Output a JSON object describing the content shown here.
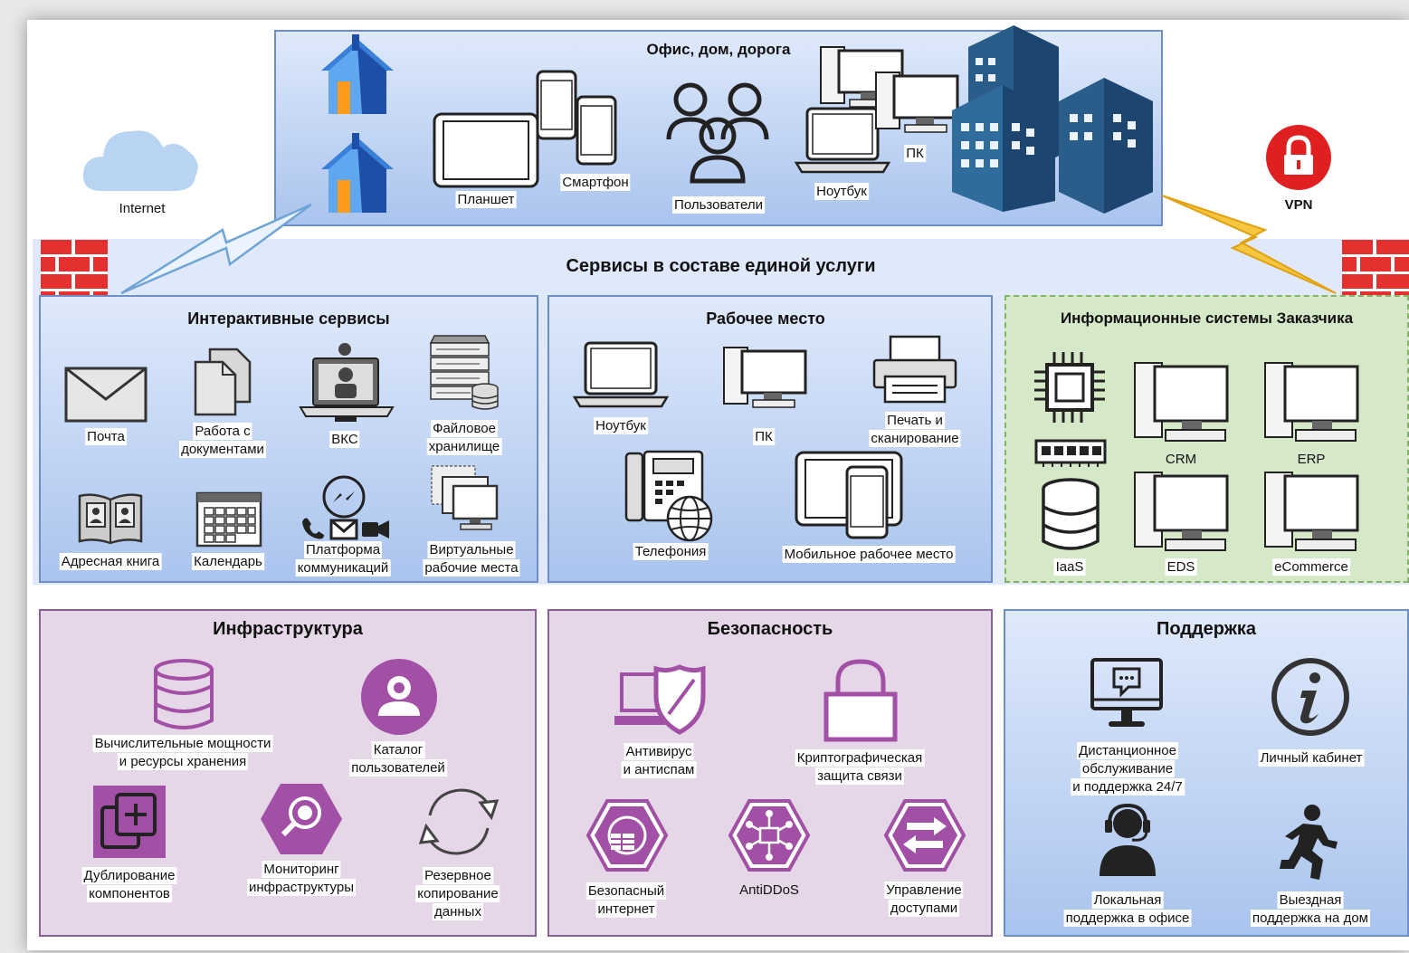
{
  "office": {
    "title": "Офис, дом, дорога",
    "tablet": "Планшет",
    "smartphone": "Смартфон",
    "users": "Пользователи",
    "laptop": "Ноутбук",
    "pc": "ПК"
  },
  "internet": "Internet",
  "vpn": "VPN",
  "services_title": "Сервисы в составе единой услуги",
  "interactive": {
    "title": "Интерактивные сервисы",
    "mail": "Почта",
    "docs_1": "Работа с",
    "docs_2": "документами",
    "vks": "ВКС",
    "storage_1": "Файловое",
    "storage_2": "хранилище",
    "address": "Адресная книга",
    "calendar": "Календарь",
    "platform_1": "Платформа",
    "platform_2": "коммуникаций",
    "virtual_1": "Виртуальные",
    "virtual_2": "рабочие места"
  },
  "workplace": {
    "title": "Рабочее место",
    "laptop": "Ноутбук",
    "pc": "ПК",
    "print_1": "Печать и",
    "print_2": "сканирование",
    "telephony": "Телефония",
    "mobile": "Мобильное рабочее место"
  },
  "customer": {
    "title": "Информационные системы Заказчика",
    "crm": "CRM",
    "erp": "ERP",
    "iaas": "IaaS",
    "eds": "EDS",
    "ecommerce": "eCommerce"
  },
  "infrastructure": {
    "title": "Инфраструктура",
    "compute_1": "Вычислительные мощности",
    "compute_2": "и ресурсы хранения",
    "catalog_1": "Каталог",
    "catalog_2": "пользователей",
    "dup_1": "Дублирование",
    "dup_2": "компонентов",
    "monitor_1": "Мониторинг",
    "monitor_2": "инфраструктуры",
    "backup_1": "Резервное",
    "backup_2": "копирование",
    "backup_3": "данных"
  },
  "security": {
    "title": "Безопасность",
    "av_1": "Антивирус",
    "av_2": "и антиспам",
    "crypto_1": "Криптографическая",
    "crypto_2": "защита связи",
    "inet_1": "Безопасный",
    "inet_2": "интернет",
    "ddos": "AntiDDoS",
    "access_1": "Управление",
    "access_2": "доступами"
  },
  "support": {
    "title": "Поддержка",
    "remote_1": "Дистанционное",
    "remote_2": "обслуживание",
    "remote_3": "и поддержка 24/7",
    "cabinet": "Личный кабинет",
    "local_1": "Локальная",
    "local_2": "поддержка в офисе",
    "onsite_1": "Выездная",
    "onsite_2": "поддержка на дом"
  },
  "colors": {
    "blue_panel": "#aac4ee",
    "pink_panel": "#e5d6e8",
    "green_panel": "#d5e8c7",
    "purple_icon": "#a24fa6",
    "vpn_red": "#e02020",
    "firewall_red": "#e53030",
    "bolt_blue": "#6fa4d6",
    "bolt_orange": "#f0a820"
  }
}
